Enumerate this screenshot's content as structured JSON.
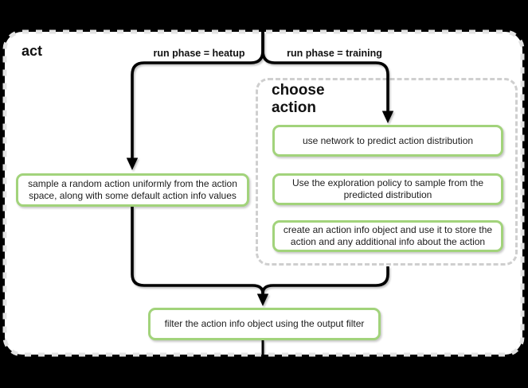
{
  "page": {
    "background": "#000000"
  },
  "flowchart": {
    "function_label": "act",
    "branch_labels": {
      "heatup": "run phase = heatup",
      "training": "run phase = training"
    },
    "nodes": {
      "heatup_step": "sample a random action uniformly from the action space, along with some default action info values",
      "output_step": "filter the action info object using the output filter"
    },
    "choose_action_group": {
      "title": "choose action",
      "steps": [
        "use network to predict action distribution",
        "Use the exploration policy to sample from the predicted distribution",
        "create an action info object and use it to store the action and any additional info about the action"
      ]
    },
    "colors": {
      "node_border": "#A2D37B",
      "connector": "#000000",
      "group_border": "#CFCFCF",
      "canvas_fill": "#FFFFFF",
      "outer_background": "#000000"
    }
  }
}
